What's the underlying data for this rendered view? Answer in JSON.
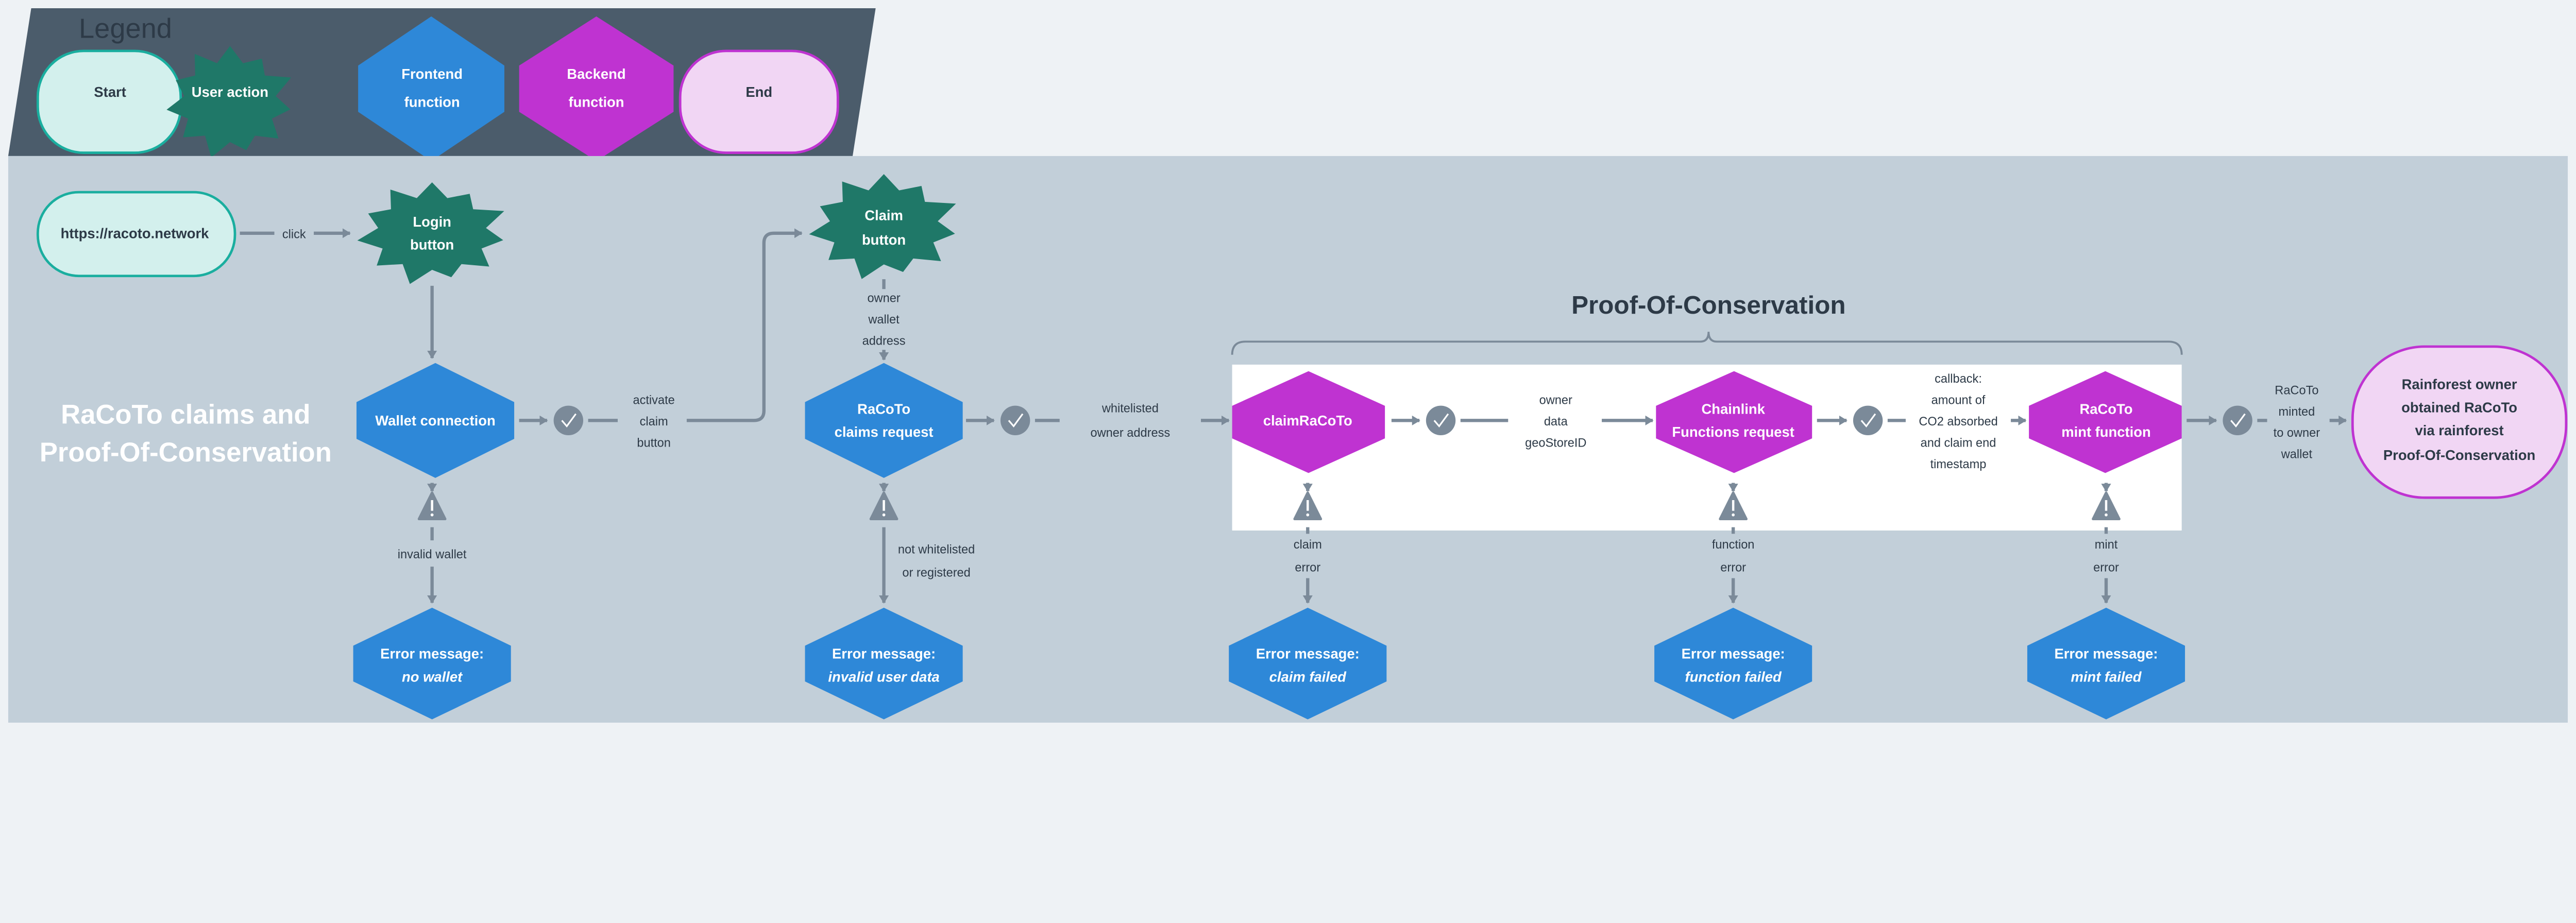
{
  "legend": {
    "title": "Legend",
    "items": [
      {
        "label": [
          "Start"
        ],
        "kind": "start"
      },
      {
        "label": [
          "User action"
        ],
        "kind": "user-action"
      },
      {
        "label": [
          "Frontend",
          "function"
        ],
        "kind": "frontend"
      },
      {
        "label": [
          "Backend",
          "function"
        ],
        "kind": "backend"
      },
      {
        "label": [
          "End"
        ],
        "kind": "end"
      }
    ]
  },
  "colors": {
    "frontend": "#2e88d8",
    "backend": "#bf33d1",
    "user_action": "#1f7868",
    "start_fill": "#d3f0ed",
    "start_stroke": "#1aae9f",
    "end_fill": "#f1d6f4",
    "end_stroke": "#bf33d1",
    "connector": "#7b8a99",
    "panel": "#c2cfd9",
    "legend_bg": "#4b5c6b"
  },
  "diagram_title": [
    "RaCoTo  claims and",
    "Proof-Of-Conservation"
  ],
  "group_title": "Proof-Of-Conservation",
  "nodes": {
    "start": [
      "https://racoto.network"
    ],
    "login": [
      "Login",
      "button"
    ],
    "wallet": [
      "Wallet connection"
    ],
    "claim_button": [
      "Claim",
      "button"
    ],
    "claims_request": [
      "RaCoTo",
      "claims request"
    ],
    "claim_racoto": [
      "claimRaCoTo"
    ],
    "chainlink": [
      "Chainlink",
      "Functions request"
    ],
    "mint": [
      "RaCoTo",
      "mint function"
    ],
    "end": [
      "Rainforest owner",
      "obtained RaCoTo",
      "via rainforest",
      "Proof-Of-Conservation"
    ]
  },
  "edges": {
    "click": "click",
    "activate": [
      "activate",
      "claim",
      "button"
    ],
    "owner_wallet": [
      "owner",
      "wallet",
      "address"
    ],
    "whitelisted": [
      "whitelisted",
      "owner address"
    ],
    "owner_data": [
      "owner",
      "data",
      "geoStoreID"
    ],
    "callback": [
      "callback:",
      "amount of",
      "CO2 absorbed",
      "and claim end",
      "timestamp"
    ],
    "minted": [
      "RaCoTo",
      "minted",
      "to owner",
      "wallet"
    ]
  },
  "errors": [
    {
      "condition": [
        "invalid wallet"
      ],
      "title": "Error message:",
      "detail": "no wallet"
    },
    {
      "condition": [
        "not whitelisted",
        "or registered"
      ],
      "title": "Error message:",
      "detail": "invalid user data"
    },
    {
      "condition": [
        "claim",
        "error"
      ],
      "title": "Error message:",
      "detail": "claim failed"
    },
    {
      "condition": [
        "function",
        "error"
      ],
      "title": "Error message:",
      "detail": "function failed"
    },
    {
      "condition": [
        "mint",
        "error"
      ],
      "title": "Error message:",
      "detail": "mint failed"
    }
  ],
  "icons": {
    "check": "check-circle-icon",
    "warning": "warning-triangle-icon"
  }
}
